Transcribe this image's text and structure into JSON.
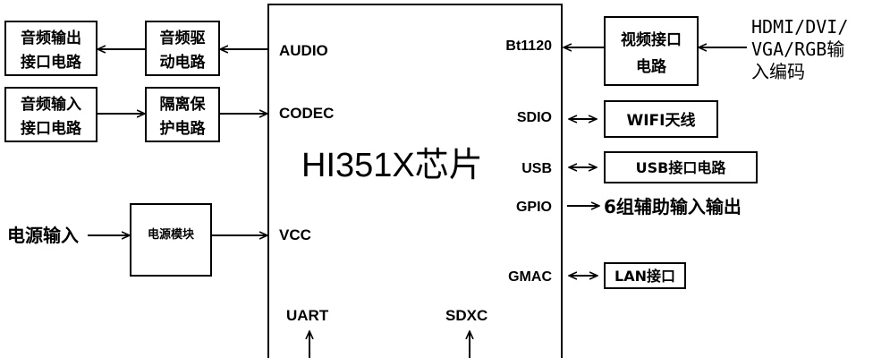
{
  "chip": {
    "title": "HI351X芯片"
  },
  "pins": {
    "audio": "AUDIO",
    "codec": "CODEC",
    "vcc": "VCC",
    "uart": "UART",
    "sdxc": "SDXC",
    "bt1120": "Bt1120",
    "sdio": "SDIO",
    "usb": "USB",
    "gpio": "GPIO",
    "gmac": "GMAC"
  },
  "blocks": {
    "audio_out_if": [
      "音频输出",
      "接口电路"
    ],
    "audio_driver": [
      "音频驱",
      "动电路"
    ],
    "audio_in_if": [
      "音频输入",
      "接口电路"
    ],
    "isolation": [
      "隔离保",
      "护电路"
    ],
    "power_module": "电源模块",
    "video_if": [
      "视频接口",
      "电路"
    ],
    "wifi": "WIFI天线",
    "usb_if": "USB接口电路",
    "lan": "LAN接口"
  },
  "labels": {
    "power_input": "电源输入",
    "video_input": [
      "HDMI/DVI/",
      "VGA/RGB输",
      "入编码"
    ],
    "gpio_io": "6组辅助输入输出"
  }
}
